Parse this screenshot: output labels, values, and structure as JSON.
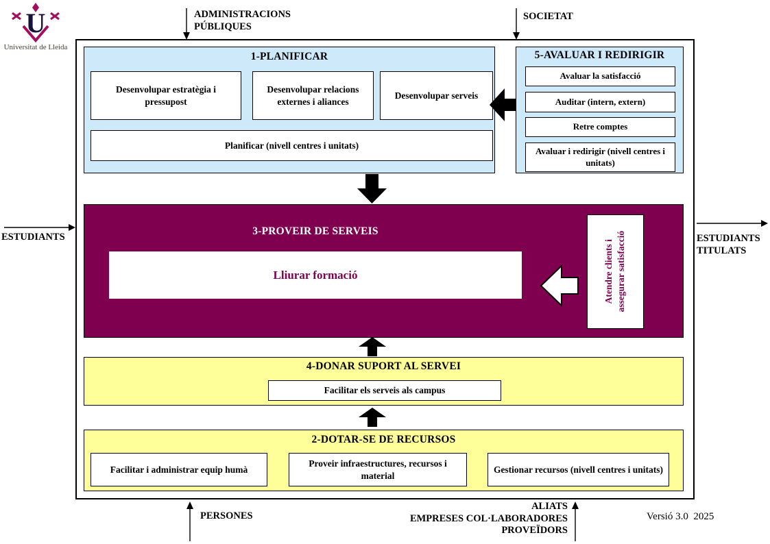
{
  "logo": {
    "caption": "Universitat de Lleida"
  },
  "labels": {
    "admin": "ADMINISTRACIONS PÚBLIQUES",
    "societat": "SOCIETAT",
    "estudiants": "ESTUDIANTS",
    "titulats_lines": [
      "ESTUDIANTS",
      "TITULATS"
    ],
    "persones": "PERSONES",
    "aliats_lines": [
      "ALIATS",
      "EMPRESES COL·LABORADORES",
      "PROVEÏDORS"
    ],
    "versio": "Versió 3.0  2025"
  },
  "sections": {
    "planificar": {
      "title": "1-PLANIFICAR",
      "boxes": [
        "Desenvolupar estratègia i pressupost",
        "Desenvolupar relacions externes i aliances",
        "Desenvolupar serveis",
        "Planificar (nivell centres i unitats)"
      ]
    },
    "avaluar": {
      "title": "5-AVALUAR I REDIRIGIR",
      "boxes": [
        "Avaluar la satisfacció",
        "Auditar (intern, extern)",
        "Retre comptes",
        "Avaluar i redirigir (nivell centres i unitats)"
      ]
    },
    "proveir": {
      "title": "3-PROVEIR DE SERVEIS",
      "main_box": "Lliurar formació",
      "side_box_lines": [
        "Atendre clients i",
        "assegurar satisfacció"
      ]
    },
    "suport": {
      "title": "4-DONAR SUPORT AL SERVEI",
      "boxes": [
        "Facilitar els serveis als campus"
      ]
    },
    "recursos": {
      "title": "2-DOTAR-SE DE RECURSOS",
      "boxes": [
        "Facilitar i administrar equip humà",
        "Proveir infraestructures, recursos i material",
        "Gestionar recursos (nivell centres i unitats)"
      ]
    }
  },
  "colors": {
    "blue": "#cde9fa",
    "yellow": "#ffff99",
    "purple": "#800050",
    "accent": "#a50d5f"
  }
}
